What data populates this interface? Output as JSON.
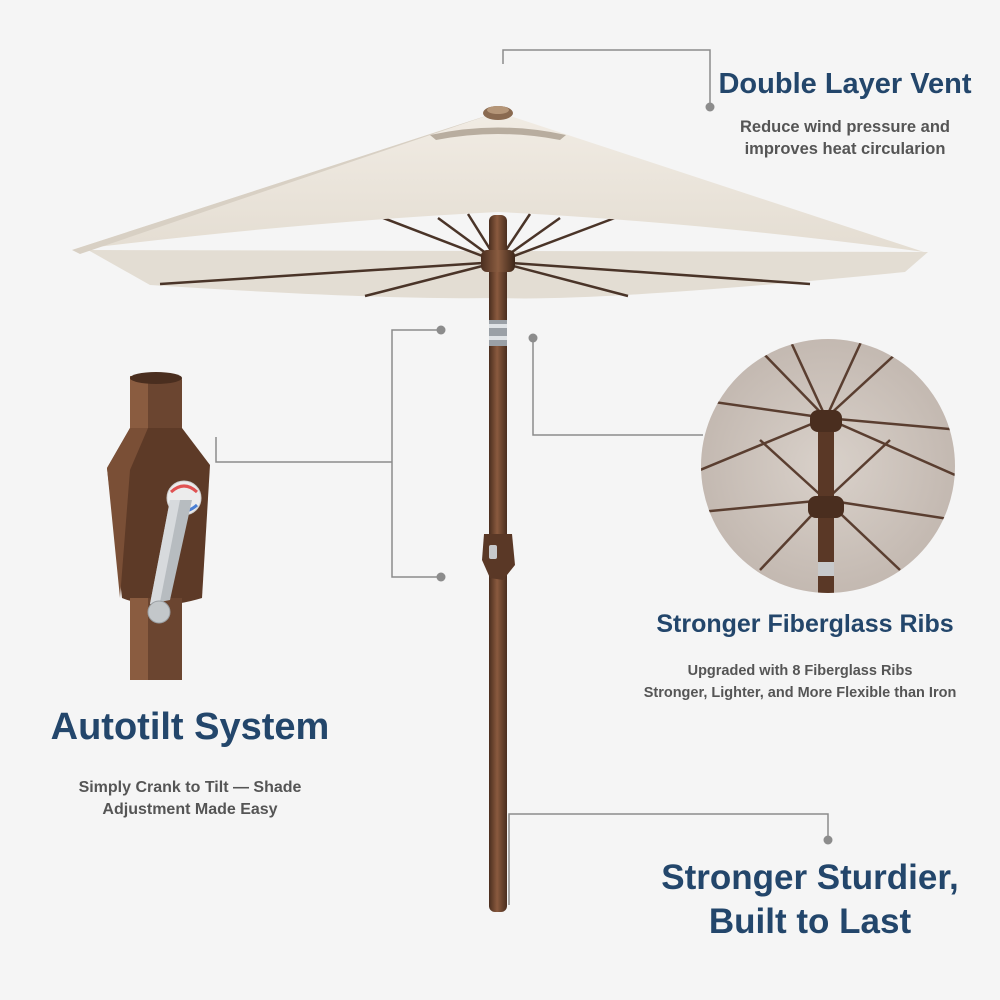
{
  "features": {
    "vent": {
      "title": "Double Layer Vent",
      "desc_line1": "Reduce wind pressure and",
      "desc_line2": "improves heat circularion"
    },
    "ribs": {
      "title": "Stronger Fiberglass Ribs",
      "desc_line1": "Upgraded with 8 Fiberglass Ribs",
      "desc_line2": "Stronger, Lighter, and More Flexible than Iron"
    },
    "tilt": {
      "title": "Autotilt System",
      "desc_line1": "Simply Crank to Tilt — Shade",
      "desc_line2": "Adjustment Made Easy"
    },
    "sturdy": {
      "title_line1": "Stronger Sturdier,",
      "title_line2": "Built to Last"
    }
  },
  "colors": {
    "background": "#f5f5f5",
    "canopy": "#ece7df",
    "pole": "#6b4530",
    "title": "#23466b",
    "subtitle": "#555555",
    "callout": "#8c8c8c"
  }
}
